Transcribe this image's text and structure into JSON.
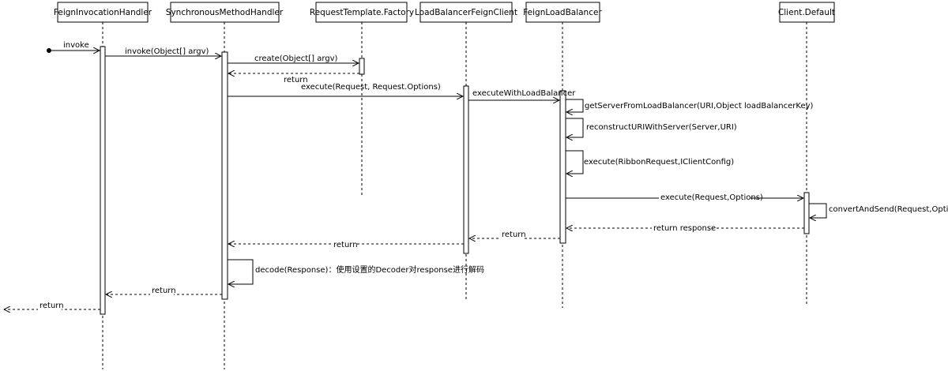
{
  "participants": [
    {
      "id": "fih",
      "name": "FeignInvocationHandler"
    },
    {
      "id": "smh",
      "name": "SynchronousMethodHandler"
    },
    {
      "id": "rtf",
      "name": "RequestTemplate.Factory"
    },
    {
      "id": "lbfc",
      "name": "LoadBalancerFeignClient"
    },
    {
      "id": "flb",
      "name": "FeignLoadBalancer"
    },
    {
      "id": "cd",
      "name": "Client.Default"
    }
  ],
  "messages": [
    {
      "id": "m1",
      "from": "start",
      "to": "fih",
      "label": "invoke",
      "style": "solid"
    },
    {
      "id": "m2",
      "from": "fih",
      "to": "smh",
      "label": "invoke(Object[] argv)",
      "style": "solid"
    },
    {
      "id": "m3",
      "from": "smh",
      "to": "rtf",
      "label": "create(Object[] argv)",
      "style": "solid"
    },
    {
      "id": "m4",
      "from": "rtf",
      "to": "smh",
      "label": "return",
      "style": "dashed"
    },
    {
      "id": "m5",
      "from": "smh",
      "to": "lbfc",
      "label": "execute(Request, Request.Options)",
      "style": "solid"
    },
    {
      "id": "m6",
      "from": "lbfc",
      "to": "flb",
      "label": "executeWithLoadBalancer",
      "style": "solid"
    },
    {
      "id": "m7",
      "from": "flb",
      "to": "flb",
      "label": "getServerFromLoadBalancer(URI,Object loadBalancerKey)",
      "style": "self"
    },
    {
      "id": "m8",
      "from": "flb",
      "to": "flb",
      "label": "reconstructURIWithServer(Server,URI)",
      "style": "self"
    },
    {
      "id": "m9",
      "from": "flb",
      "to": "flb",
      "label": "execute(RibbonRequest,IClientConfig)",
      "style": "self"
    },
    {
      "id": "m10",
      "from": "flb",
      "to": "cd",
      "label": "execute(Request,Options)",
      "style": "solid"
    },
    {
      "id": "m11",
      "from": "cd",
      "to": "cd",
      "label": "convertAndSend(Request,Options)",
      "style": "self"
    },
    {
      "id": "m12",
      "from": "cd",
      "to": "flb",
      "label": "return response",
      "style": "dashed"
    },
    {
      "id": "m13",
      "from": "flb",
      "to": "lbfc",
      "label": "return",
      "style": "dashed"
    },
    {
      "id": "m14",
      "from": "lbfc",
      "to": "smh",
      "label": "return",
      "style": "dashed"
    },
    {
      "id": "m15",
      "from": "smh",
      "to": "smh",
      "label": "decode(Response)：使用设置的Decoder对response进行解码",
      "style": "self"
    },
    {
      "id": "m16",
      "from": "smh",
      "to": "fih",
      "label": "return",
      "style": "dashed"
    },
    {
      "id": "m17",
      "from": "fih",
      "to": "end",
      "label": "return",
      "style": "dashed"
    }
  ]
}
